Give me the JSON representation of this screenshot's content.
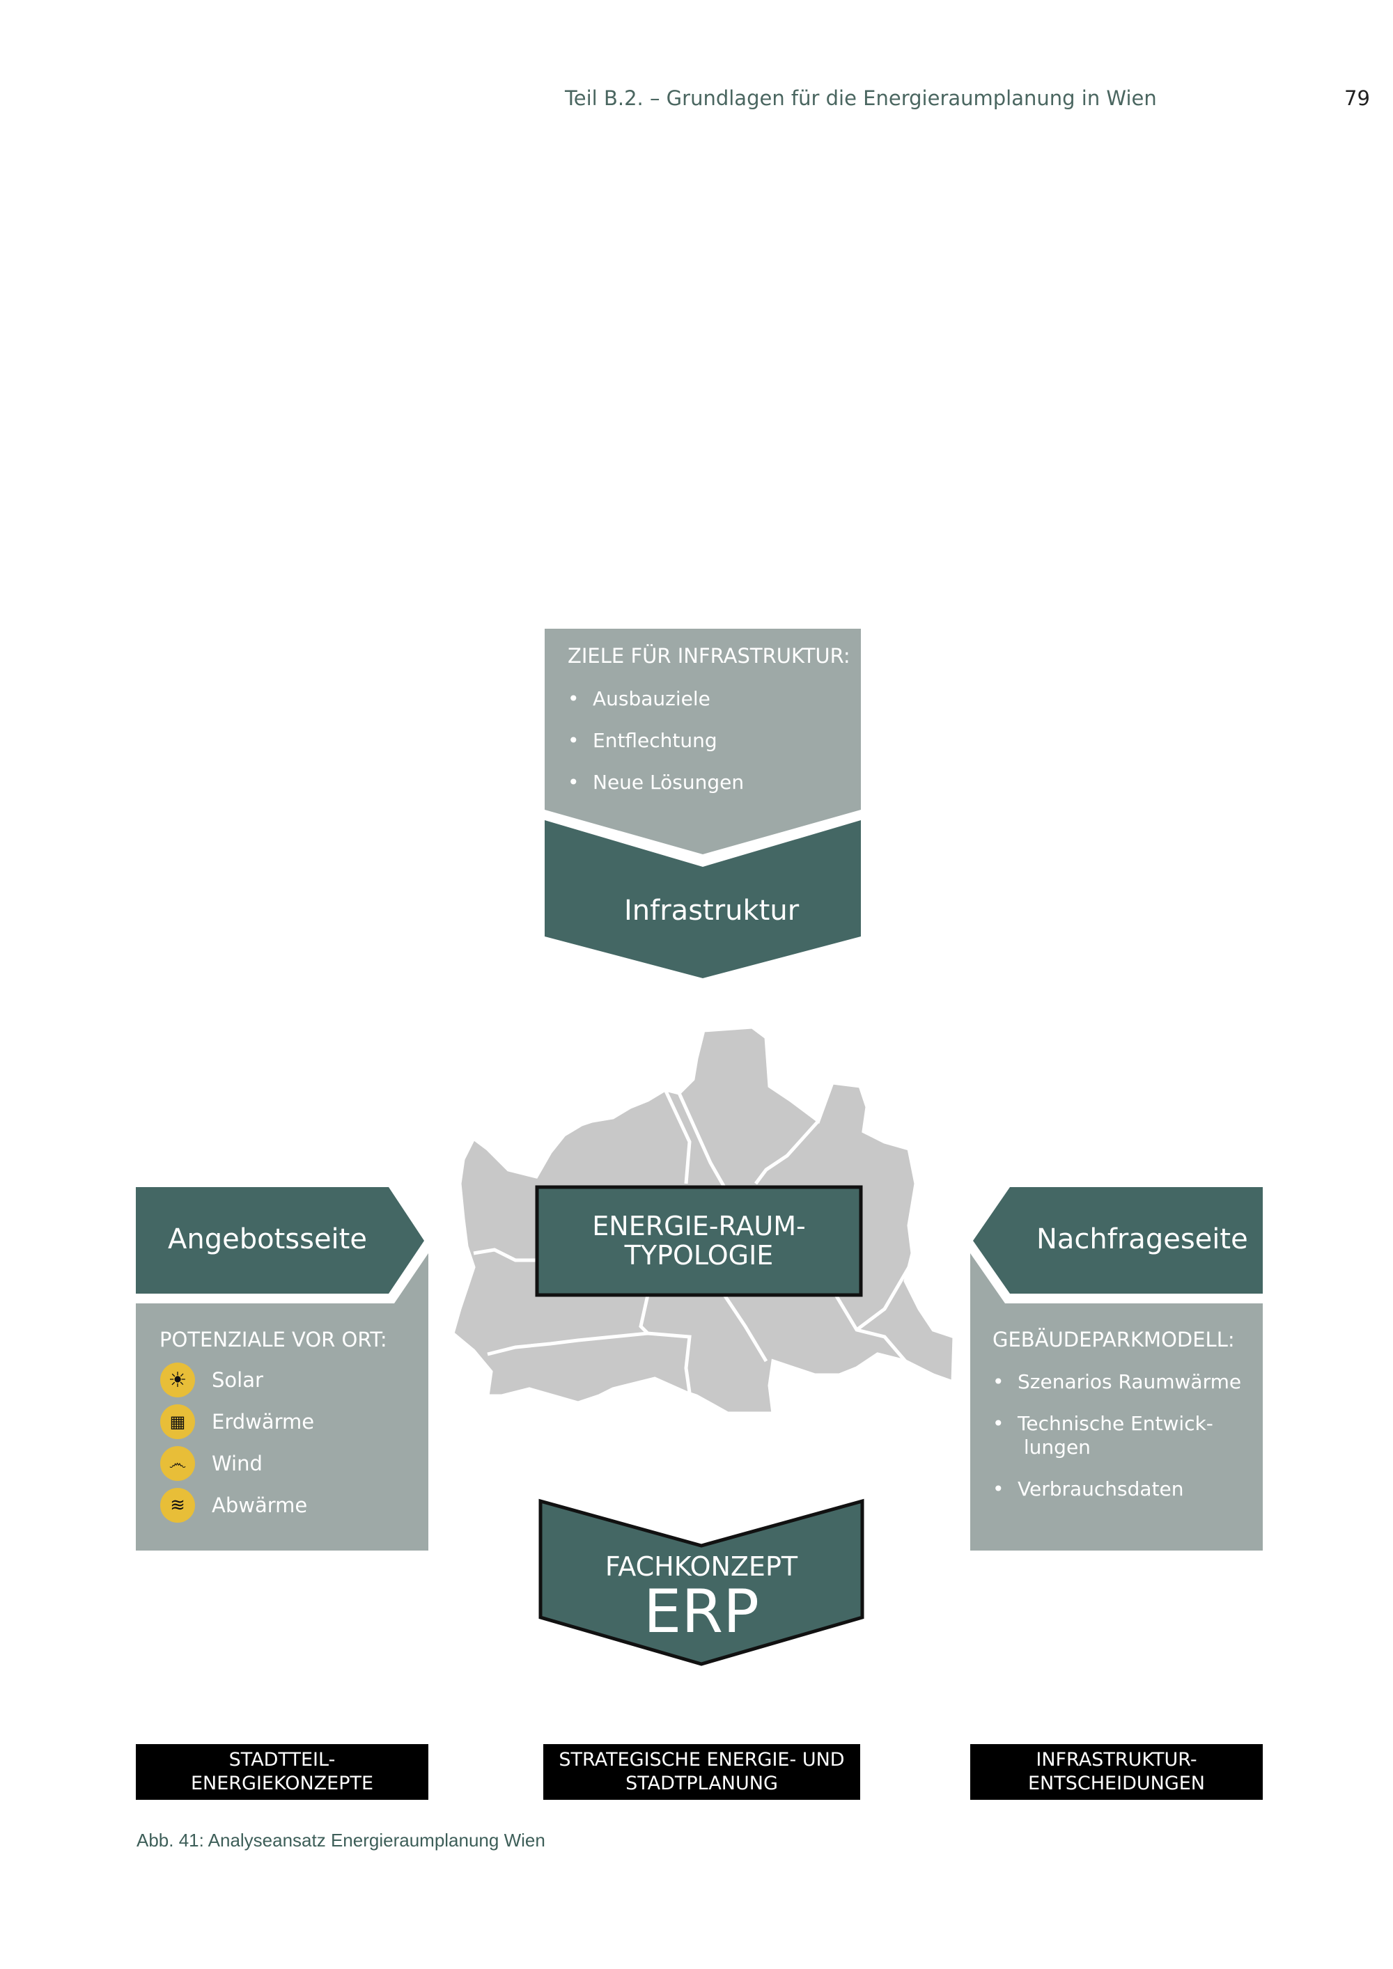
{
  "header": {
    "title": "Teil B.2. – Grundlagen für die Energieraumplanung in Wien",
    "page_number": "79"
  },
  "infrastruktur": {
    "heading": "ZIELE FÜR INFRASTRUKTUR:",
    "items": [
      "Ausbauziele",
      "Entflechtung",
      "Neue Lösungen"
    ],
    "title": "Infrastruktur"
  },
  "angebot": {
    "title": "Angebotsseite",
    "heading": "POTENZIALE VOR ORT:",
    "items": [
      {
        "label": "Solar",
        "icon": "sun-icon"
      },
      {
        "label": "Erdwärme",
        "icon": "geothermal-icon"
      },
      {
        "label": "Wind",
        "icon": "wind-icon"
      },
      {
        "label": "Abwärme",
        "icon": "waste-heat-icon"
      }
    ]
  },
  "nachfrage": {
    "title": "Nachfrageseite",
    "heading": "GEBÄUDEPARKMODELL:",
    "items": [
      "Szenarios Raumwärme",
      "Technische Entwick- lungen",
      "Verbrauchsdaten"
    ]
  },
  "center": {
    "line1": "ENERGIE-RAUM-",
    "line2": "TYPOLOGIE"
  },
  "fachkonzept": {
    "line1": "FACHKONZEPT",
    "line2": "ERP"
  },
  "outputs": [
    "STADTTEIL-\nENERGIEKONZEPTE",
    "STRATEGISCHE ENERGIE- UND\nSTADTPLANUNG",
    "INFRASTRUKTUR-\nENTSCHEIDUNGEN"
  ],
  "caption": "Abb. 41: Analyseansatz Energieraumplanung Wien",
  "colors": {
    "dark": "#446764",
    "gray": "#9ea9a7",
    "map": "#c8c8c8",
    "icon": "#e8be38"
  }
}
